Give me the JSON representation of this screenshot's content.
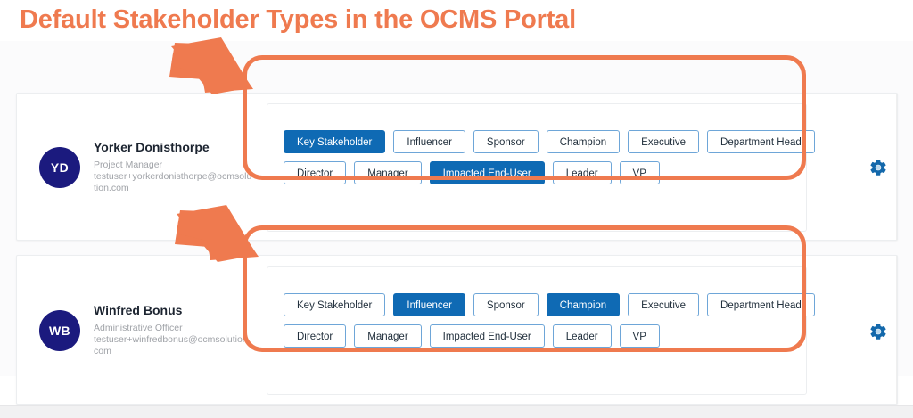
{
  "page": {
    "title": "Default Stakeholder Types in the OCMS Portal",
    "title_color": "#ef7a4f",
    "accent_blue": "#0f6ab4",
    "avatar_color": "#1b1a7e",
    "highlight_color": "#ef7a4f"
  },
  "cards": [
    {
      "avatar_initials": "YD",
      "name": "Yorker Donisthorpe",
      "role": "Project Manager",
      "email": "testuser+yorkerdonisthorpe@ocmsolution.com",
      "settings_icon": "gear-icon",
      "chip_rows": [
        [
          {
            "label": "Key Stakeholder",
            "selected": true
          },
          {
            "label": "Influencer",
            "selected": false
          },
          {
            "label": "Sponsor",
            "selected": false
          },
          {
            "label": "Champion",
            "selected": false
          },
          {
            "label": "Executive",
            "selected": false
          },
          {
            "label": "Department Head",
            "selected": false
          }
        ],
        [
          {
            "label": "Director",
            "selected": false
          },
          {
            "label": "Manager",
            "selected": false
          },
          {
            "label": "Impacted End-User",
            "selected": true
          },
          {
            "label": "Leader",
            "selected": false
          },
          {
            "label": "VP",
            "selected": false
          }
        ]
      ]
    },
    {
      "avatar_initials": "WB",
      "name": "Winfred Bonus",
      "role": "Administrative Officer",
      "email": "testuser+winfredbonus@ocmsolution.com",
      "settings_icon": "gear-icon",
      "chip_rows": [
        [
          {
            "label": "Key Stakeholder",
            "selected": false
          },
          {
            "label": "Influencer",
            "selected": true
          },
          {
            "label": "Sponsor",
            "selected": false
          },
          {
            "label": "Champion",
            "selected": true
          },
          {
            "label": "Executive",
            "selected": false
          },
          {
            "label": "Department Head",
            "selected": false
          }
        ],
        [
          {
            "label": "Director",
            "selected": false
          },
          {
            "label": "Manager",
            "selected": false
          },
          {
            "label": "Impacted End-User",
            "selected": false
          },
          {
            "label": "Leader",
            "selected": false
          },
          {
            "label": "VP",
            "selected": false
          }
        ]
      ]
    }
  ],
  "annotations": {
    "arrow_0": "orange-arrow-icon",
    "arrow_1": "orange-arrow-icon",
    "ring_0": "orange-highlight-ring",
    "ring_1": "orange-highlight-ring"
  }
}
